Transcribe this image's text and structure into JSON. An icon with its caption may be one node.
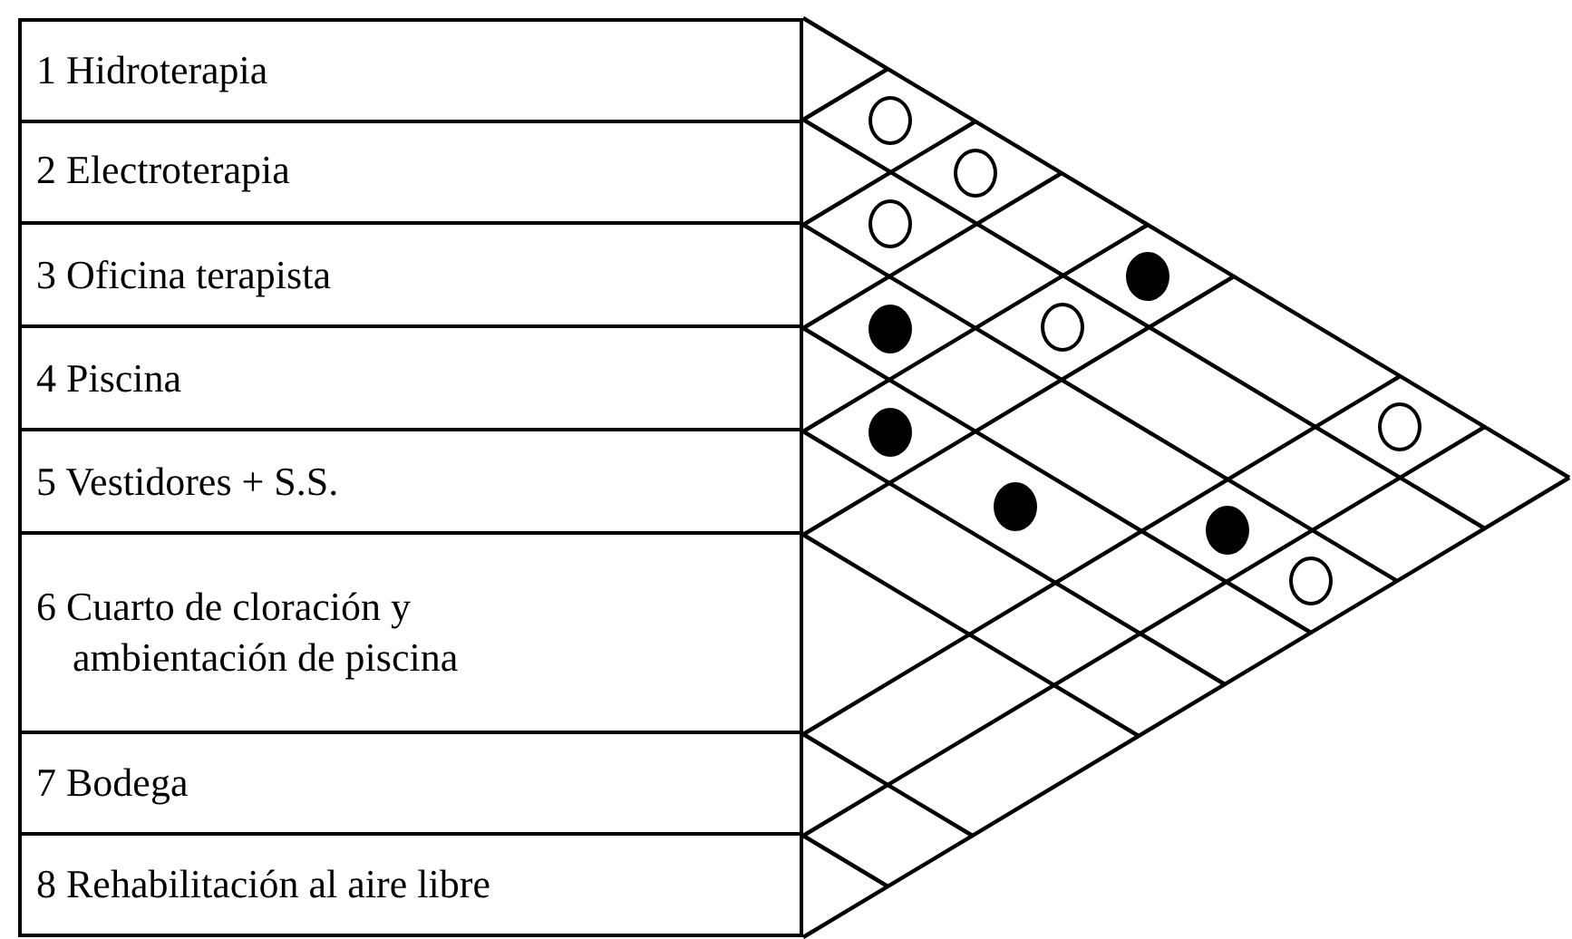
{
  "diagram": {
    "nodes": [
      {
        "text": [
          "1 Hidroterapia"
        ]
      },
      {
        "text": [
          "2 Electroterapia"
        ]
      },
      {
        "text": [
          "3 Oficina terapista"
        ]
      },
      {
        "text": [
          "4 Piscina"
        ]
      },
      {
        "text": [
          "5 Vestidores + S.S."
        ]
      },
      {
        "text": [
          "6 Cuarto de cloración y ambientación de piscina"
        ]
      },
      {
        "text": [
          "7 Bodega"
        ]
      },
      {
        "text": [
          "8 Rehabilitación al aire libre"
        ]
      },
      {
        "text": [],
        "shape": "circle"
      },
      {
        "text": [],
        "shape": "circle"
      },
      {
        "text": [],
        "shape": "circle"
      },
      {
        "text": [],
        "shape": "dot"
      },
      {
        "text": [],
        "shape": "dot"
      },
      {
        "text": [],
        "shape": "circle"
      },
      {
        "text": [],
        "shape": "circle"
      },
      {
        "text": [],
        "shape": "dot"
      },
      {
        "text": [],
        "shape": "dot"
      },
      {
        "text": [],
        "shape": "dot"
      },
      {
        "text": [],
        "shape": "circle"
      }
    ]
  }
}
